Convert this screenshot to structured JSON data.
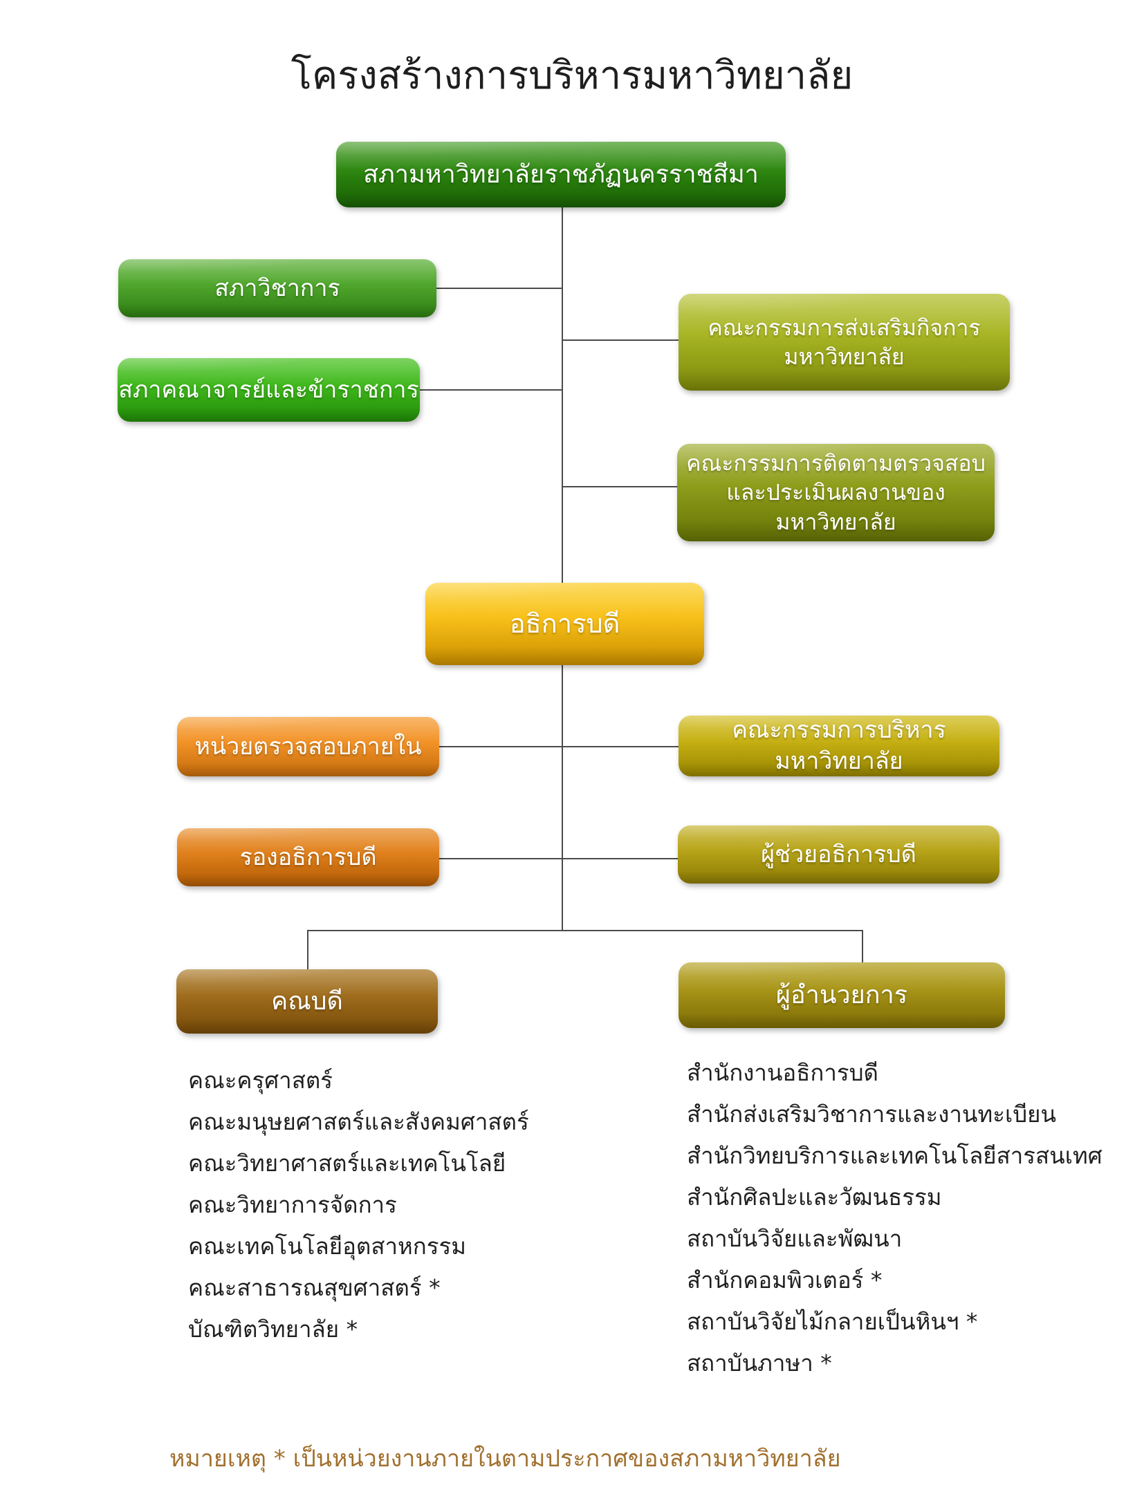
{
  "title": "โครงสร้างการบริหารมหาวิทยาลัย",
  "nodes": {
    "university_council": {
      "label": "สภามหาวิทยาลัยราชภัฏนครราชสีมา",
      "color": "#2a830d"
    },
    "academic_council": {
      "label": "สภาวิชาการ",
      "color": "#3f9d1a"
    },
    "faculty_staff_senate": {
      "label": "สภาคณาจารย์และข้าราชการ",
      "color": "#2fb20d"
    },
    "university_promotion_committee": {
      "line1": "คณะกรรมการส่งเสริมกิจการ",
      "line2": "มหาวิทยาลัย",
      "color": "#a3b11a"
    },
    "monitoring_evaluation_committee": {
      "line1": "คณะกรรมการติดตามตรวจสอบ",
      "line2": "และประเมินผลงานของมหาวิทยาลัย",
      "color": "#8a9a12"
    },
    "president": {
      "label": "อธิการบดี",
      "color": "#f7b607"
    },
    "internal_audit_unit": {
      "label": "หน่วยตรวจสอบภายใน",
      "color": "#f08a18"
    },
    "university_admin_committee": {
      "label": "คณะกรรมการบริหารมหาวิทยาลัย",
      "color": "#c3aa04"
    },
    "vice_presidents": {
      "label": "รองอธิการบดี",
      "color": "#dd7a0e"
    },
    "assistant_presidents": {
      "label": "ผู้ช่วยอธิการบดี",
      "color": "#b5a00e"
    },
    "deans": {
      "label": "คณบดี",
      "color": "#9a6312"
    },
    "directors": {
      "label": "ผู้อำนวยการ",
      "color": "#a8920c"
    }
  },
  "faculties": [
    "คณะครุศาสตร์",
    "คณะมนุษยศาสตร์และสังคมศาสตร์",
    "คณะวิทยาศาสตร์และเทคโนโลยี",
    "คณะวิทยาการจัดการ",
    "คณะเทคโนโลยีอุตสาหกรรม",
    "คณะสาธารณสุขศาสตร์ *",
    "บัณฑิตวิทยาลัย *"
  ],
  "offices": [
    "สำนักงานอธิการบดี",
    "สำนักส่งเสริมวิชาการและงานทะเบียน",
    "สำนักวิทยบริการและเทคโนโลยีสารสนเทศ",
    "สำนักศิลปะและวัฒนธรรม",
    "สถาบันวิจัยและพัฒนา",
    "สำนักคอมพิวเตอร์ *",
    "สถาบันวิจัยไม้กลายเป็นหินฯ *",
    "สถาบันภาษา *"
  ],
  "footnote": "หมายเหตุ * เป็นหน่วยงานภายในตามประกาศของสภามหาวิทยาลัย"
}
